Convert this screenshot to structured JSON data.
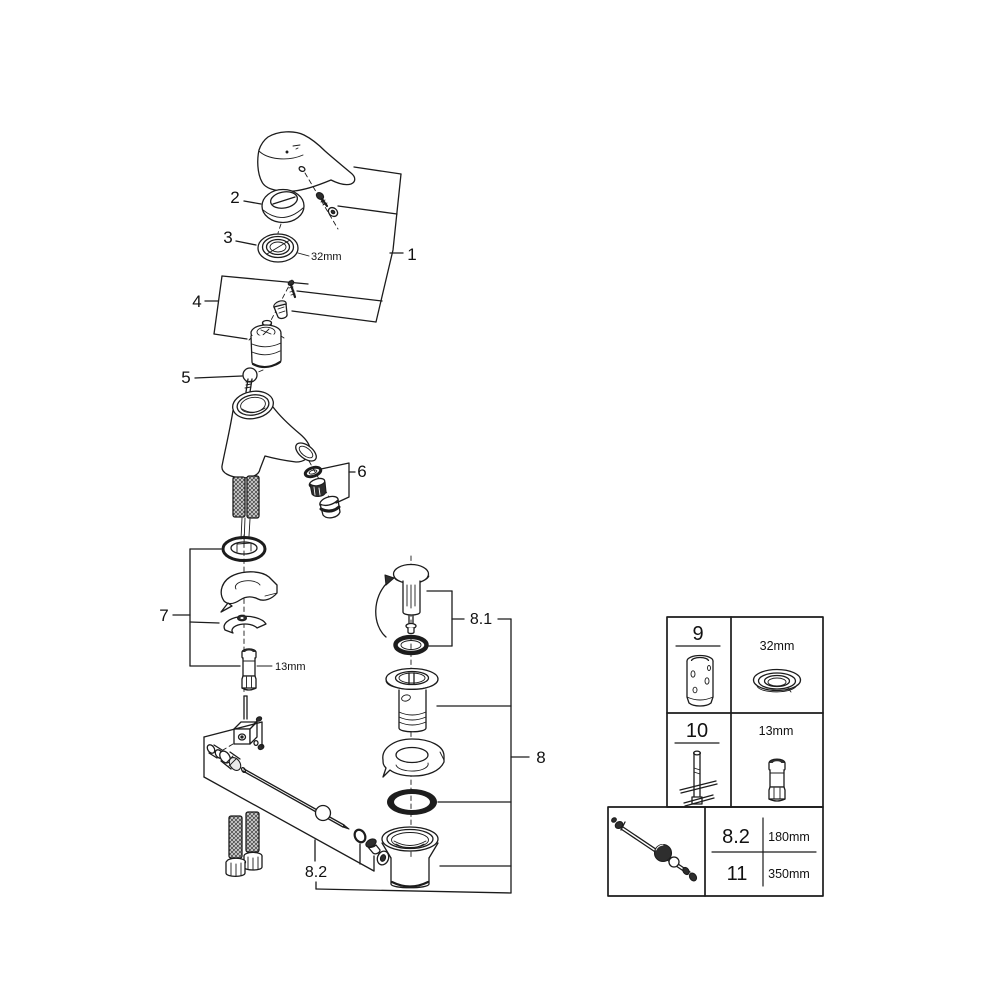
{
  "figure": {
    "type": "exploded-parts-diagram",
    "subject": "single-lever basin mixer faucet with pop-up waste",
    "colors": {
      "ink": "#1c1c1c",
      "paper": "#ffffff"
    },
    "callouts": {
      "n1": "1",
      "n2": "2",
      "n3": "3",
      "n4": "4",
      "n5": "5",
      "n6": "6",
      "n7": "7",
      "n8": "8",
      "n8_1": "8.1",
      "n8_2": "8.2"
    },
    "dimensions": {
      "ring_nut": "32mm",
      "socket": "13mm"
    },
    "tools_table": {
      "rows": [
        {
          "item": "9",
          "dim": "32mm"
        },
        {
          "item": "10",
          "dim": "13mm"
        }
      ]
    },
    "parts_table": {
      "rows": [
        {
          "item": "8.2",
          "length": "180mm"
        },
        {
          "item": "11",
          "length": "350mm"
        }
      ]
    }
  }
}
